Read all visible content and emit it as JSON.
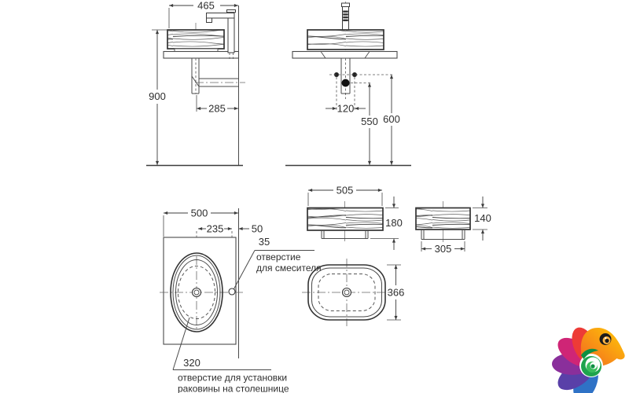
{
  "page": {
    "background": "#ffffff",
    "ink": "#3c3c3c"
  },
  "dimensions": {
    "side_width": "465",
    "side_height": "900",
    "side_drain_offset": "285",
    "front_hole_spacing": "120",
    "front_drain_height": "550",
    "front_supply_height": "600",
    "basin_width": "505",
    "basin_height": "180",
    "basin_depth": "305",
    "basin_side_height": "140",
    "plan_width": "500",
    "plan_faucet_offset": "235",
    "plan_wall_gap": "50",
    "plan_faucet_hole": "35",
    "plan_cutout": "320",
    "top_depth": "366"
  },
  "annotations": {
    "faucet_hole_line1": "отверстие",
    "faucet_hole_line2": "для смесителя",
    "cutout_line1": "отверстие для установки",
    "cutout_line2": "раковины на столешнице"
  },
  "logo": {
    "name": "chameleon",
    "colors": {
      "head_dark": "#f26522",
      "head_light": "#ffcb05",
      "red": "#ed3b36",
      "magenta": "#cf2576",
      "purple": "#8a2f9b",
      "violet": "#5940a8",
      "blue": "#2f72c6",
      "green_dark": "#0f8f43",
      "green": "#1ea34d",
      "green_light": "#39bd5c",
      "eye_ring": "#1c1c1c",
      "eye_iris": "#ffb544",
      "white": "#ffffff"
    }
  }
}
